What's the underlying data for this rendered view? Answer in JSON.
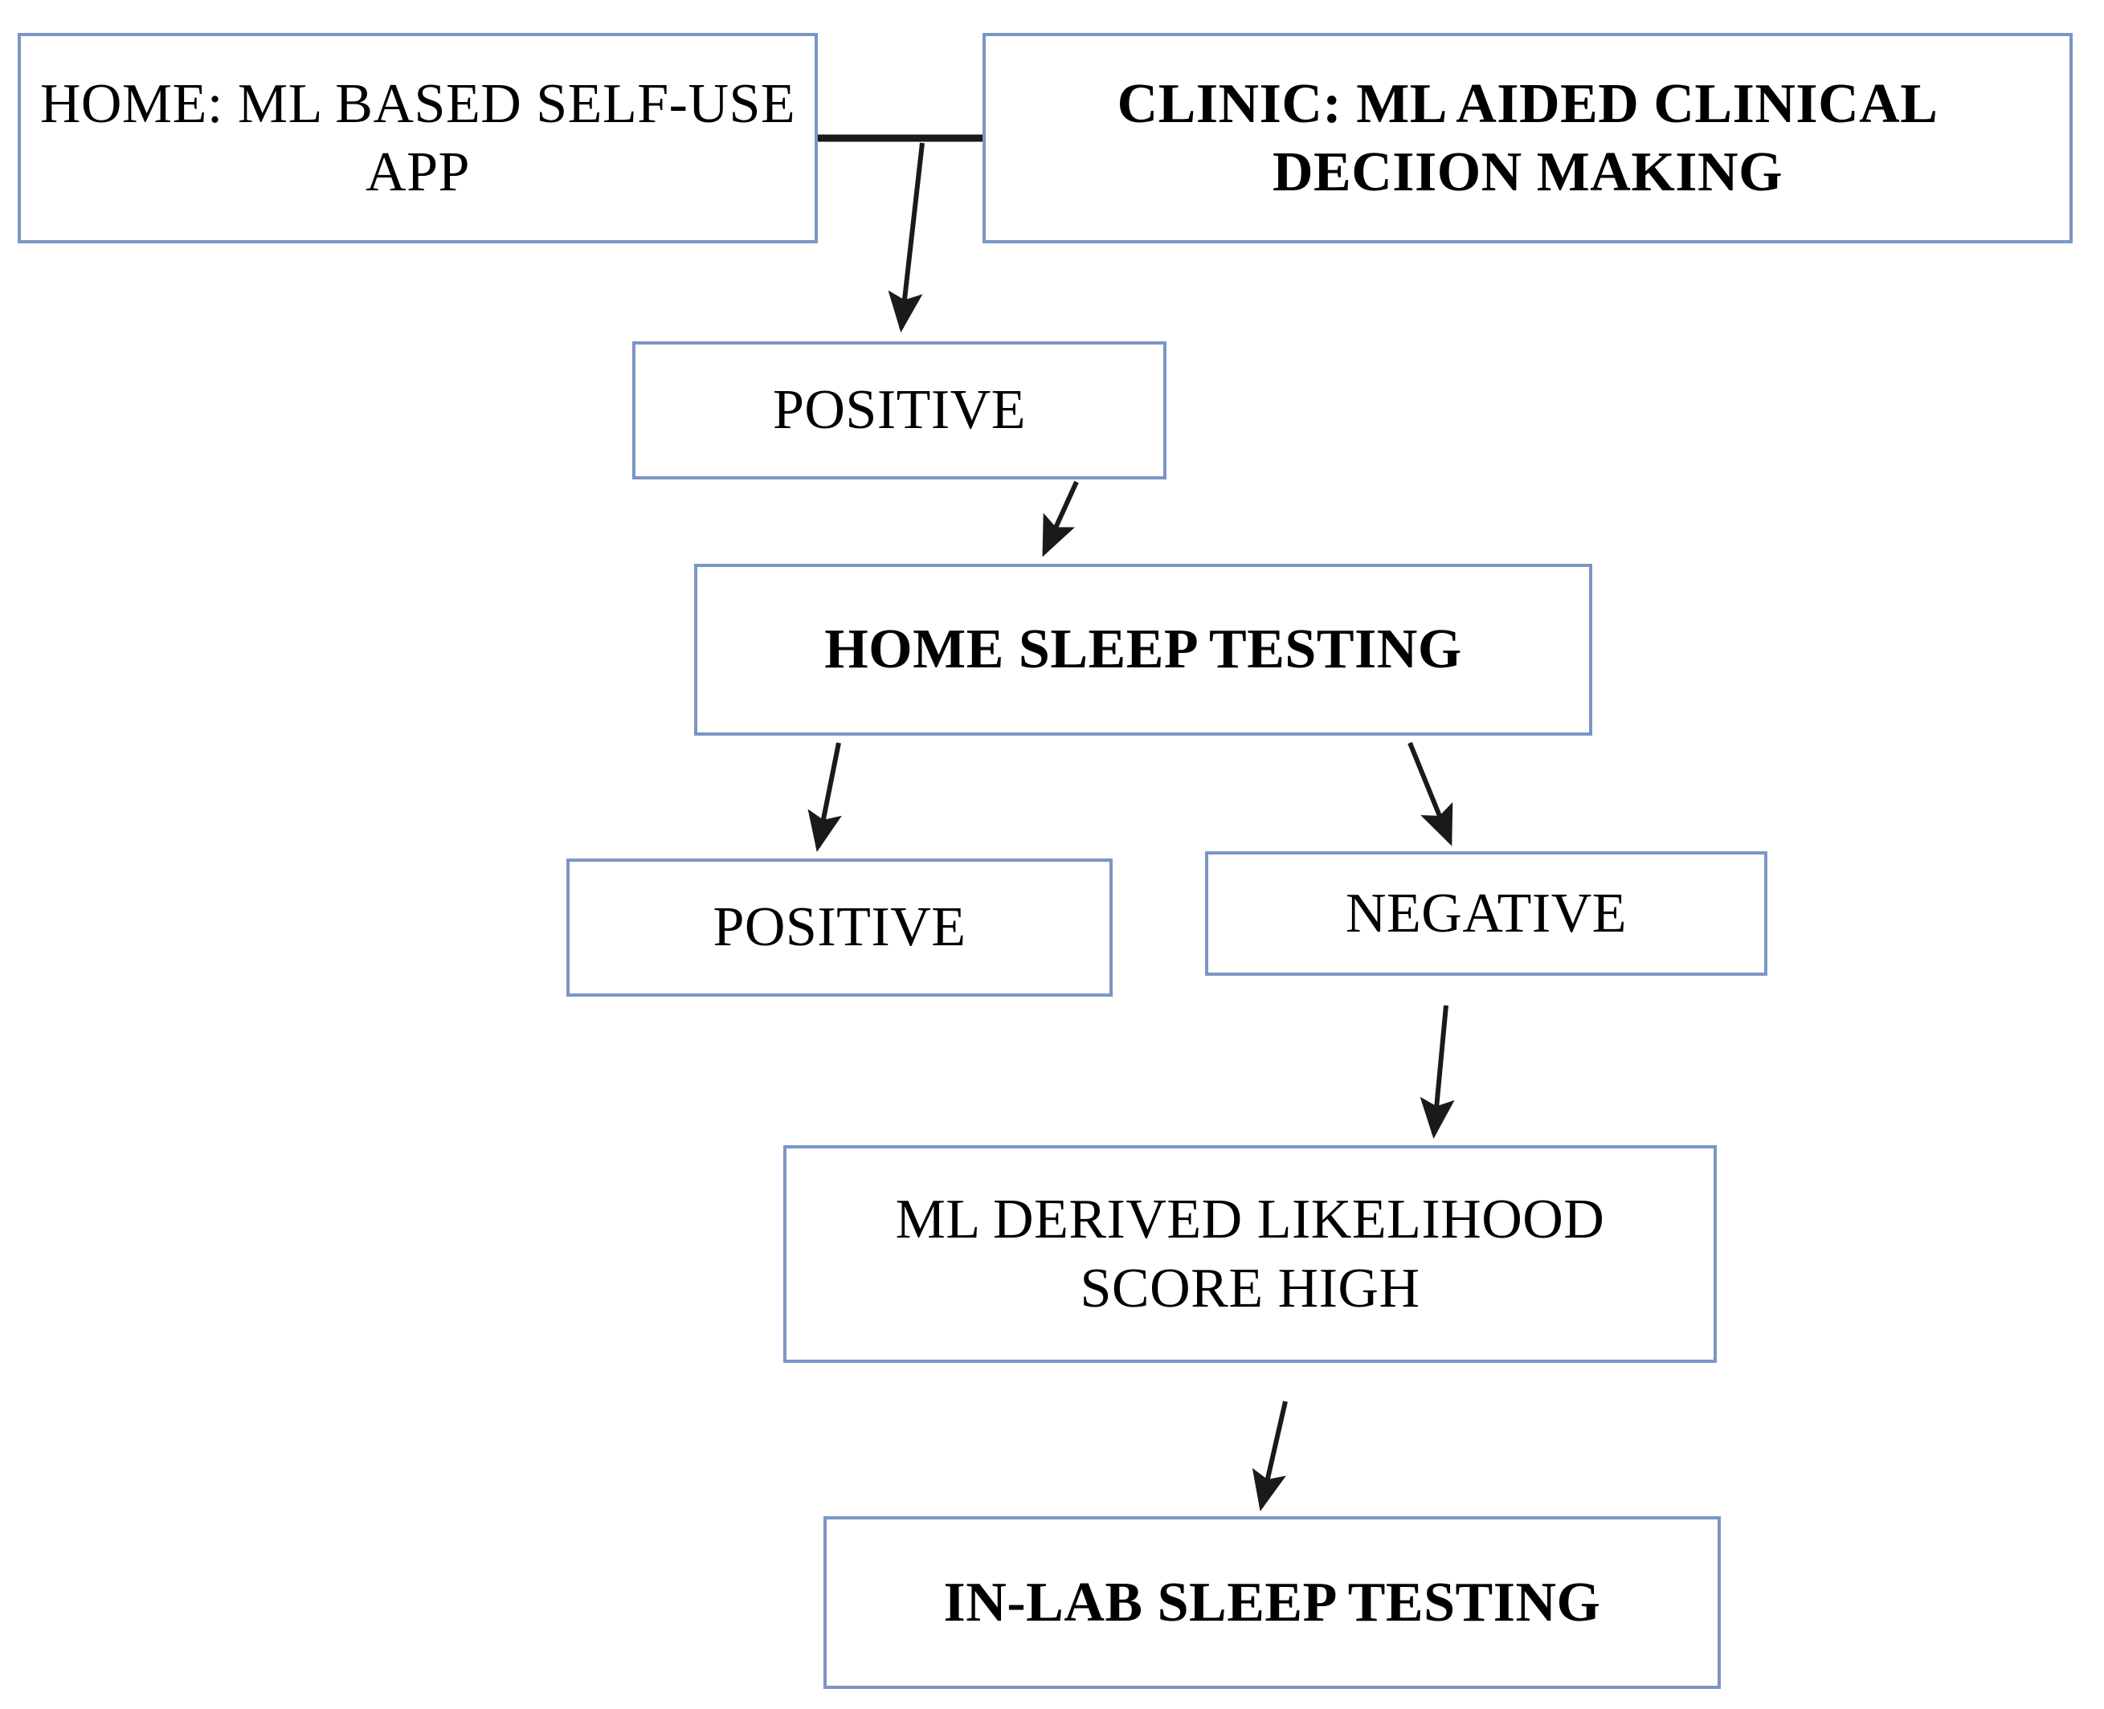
{
  "diagram": {
    "title": "ML aided sleep apnea diagnostic pathway flowchart",
    "theme": {
      "box_border_color": "#7b96c4",
      "box_fill_color": "#ffffff",
      "connector_color": "#1a1a1a",
      "text_color": "#000000",
      "background": "#ffffff"
    },
    "nodes": [
      {
        "id": "home",
        "label": "HOME: ML BASED SELF-USE APP",
        "bold": false
      },
      {
        "id": "clinic",
        "label": "CLINIC: ML AIDED CLINICAL DECIION MAKING",
        "bold": true
      },
      {
        "id": "positive1",
        "label": "POSITIVE",
        "bold": false
      },
      {
        "id": "hst",
        "label": "HOME SLEEP TESTING",
        "bold": true
      },
      {
        "id": "positive2",
        "label": "POSITIVE",
        "bold": false
      },
      {
        "id": "negative",
        "label": "NEGATIVE",
        "bold": false
      },
      {
        "id": "mlscore",
        "label": "ML DERIVED LIKELIHOOD SCORE HIGH",
        "bold": false
      },
      {
        "id": "inlab",
        "label": "IN-LAB SLEEP TESTING",
        "bold": true
      }
    ],
    "edges": [
      {
        "from": "home",
        "to": "clinic",
        "type": "line",
        "label": ""
      },
      {
        "from": "clinic",
        "to": "positive1",
        "type": "arrow",
        "label": ""
      },
      {
        "from": "positive1",
        "to": "hst",
        "type": "arrow",
        "label": ""
      },
      {
        "from": "hst",
        "to": "positive2",
        "type": "arrow",
        "label": ""
      },
      {
        "from": "hst",
        "to": "negative",
        "type": "arrow",
        "label": ""
      },
      {
        "from": "negative",
        "to": "mlscore",
        "type": "arrow",
        "label": ""
      },
      {
        "from": "mlscore",
        "to": "inlab",
        "type": "arrow",
        "label": ""
      }
    ]
  }
}
